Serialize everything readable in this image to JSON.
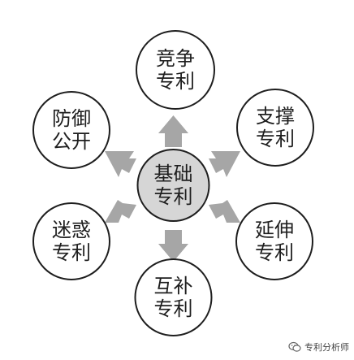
{
  "diagram": {
    "center": {
      "line1": "基础",
      "line2": "专利"
    },
    "nodes": [
      {
        "id": "competing",
        "line1": "竞争",
        "line2": "专利"
      },
      {
        "id": "supporting",
        "line1": "支撑",
        "line2": "专利"
      },
      {
        "id": "extending",
        "line1": "延伸",
        "line2": "专利"
      },
      {
        "id": "complementary",
        "line1": "互补",
        "line2": "专利"
      },
      {
        "id": "confusing",
        "line1": "迷惑",
        "line2": "专利"
      },
      {
        "id": "defensive",
        "line1": "防御",
        "line2": "公开"
      }
    ],
    "colors": {
      "center_fill": "#d6d6d6",
      "node_fill": "#ffffff",
      "stroke": "#1e1e1e",
      "arrow_fill": "#a6a6a6"
    }
  },
  "watermark": {
    "text": "专利分析师",
    "icon": "wechat-icon"
  }
}
